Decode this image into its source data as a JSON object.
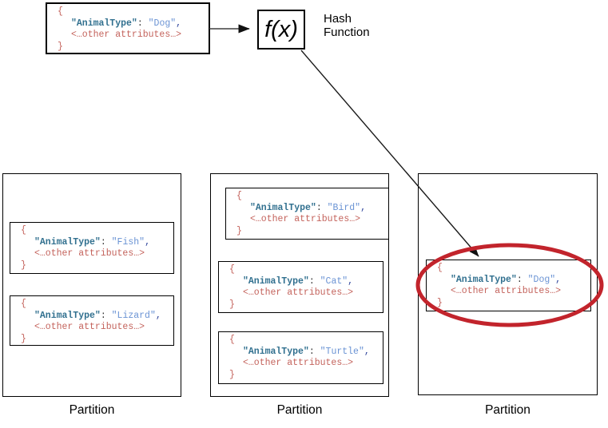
{
  "source_document": {
    "brace_open": "{",
    "key": "\"AnimalType\"",
    "colon": ":",
    "value": "\"Dog\"",
    "comma": ",",
    "attributes": "<…other attributes…>",
    "brace_close": "}"
  },
  "hash_function": {
    "box_label": "f(x)",
    "caption_line1": "Hash",
    "caption_line2": "Function"
  },
  "partitions": [
    {
      "label": "Partition",
      "records": [
        {
          "brace_open": "{",
          "key": "\"AnimalType\"",
          "colon": ":",
          "value": "\"Fish\"",
          "comma": ",",
          "attributes": "<…other attributes…>",
          "brace_close": "}"
        },
        {
          "brace_open": "{",
          "key": "\"AnimalType\"",
          "colon": ":",
          "value": "\"Lizard\"",
          "comma": ",",
          "attributes": "<…other attributes…>",
          "brace_close": "}"
        }
      ]
    },
    {
      "label": "Partition",
      "records": [
        {
          "brace_open": "{",
          "key": "\"AnimalType\"",
          "colon": ":",
          "value": "\"Bird\"",
          "comma": ",",
          "attributes": "<…other attributes…>",
          "brace_close": "}"
        },
        {
          "brace_open": "{",
          "key": "\"AnimalType\"",
          "colon": ":",
          "value": "\"Cat\"",
          "comma": ",",
          "attributes": "<…other attributes…>",
          "brace_close": "}"
        },
        {
          "brace_open": "{",
          "key": "\"AnimalType\"",
          "colon": ":",
          "value": "\"Turtle\"",
          "comma": ",",
          "attributes": "<…other attributes…>",
          "brace_close": "}"
        }
      ]
    },
    {
      "label": "Partition",
      "records": [
        {
          "brace_open": "{",
          "key": "\"AnimalType\"",
          "colon": ":",
          "value": "\"Dog\"",
          "comma": ",",
          "attributes": "<…other attributes…>",
          "brace_close": "}"
        }
      ]
    }
  ],
  "colors": {
    "key": "#31708f",
    "value": "#6a93d4",
    "comma": "#34499e",
    "punct": "#c4635c",
    "ellipse": "#c2242c"
  }
}
